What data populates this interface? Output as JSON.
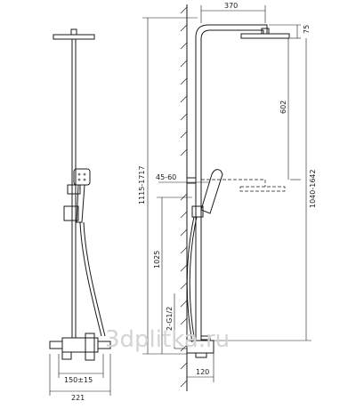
{
  "watermark": "3dplitka.ru",
  "dimensions": {
    "head_reach": "370",
    "head_height": "75",
    "head_drop": "602",
    "total_height": "1115-1717",
    "adjustable_height": "1040-1642",
    "rail_offset": "45-60",
    "mixer_height": "1025",
    "inlet_thread": "2-G1/2",
    "mixer_depth": "120",
    "inlet_spacing": "150±15",
    "mixer_width": "221"
  }
}
